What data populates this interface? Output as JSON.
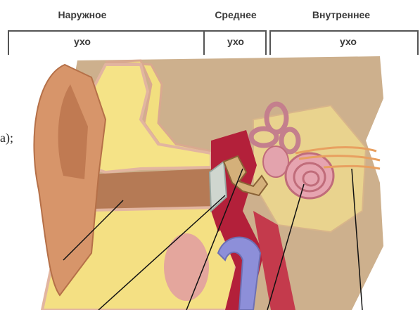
{
  "regions": {
    "outer": {
      "line1": "Наружное",
      "line2": "ухо"
    },
    "middle": {
      "line1": "Среднее",
      "line2": "ухо"
    },
    "inner": {
      "line1": "Внутреннее",
      "line2": "ухо"
    }
  },
  "side_text": "а);",
  "colors": {
    "skin": "#d99a6c",
    "skin_dark": "#b8704a",
    "bone": "#f5e27a",
    "tissue": "#c7a986",
    "background_tissue": "#cfb18e",
    "cochlea": "#e7a0a8",
    "vein_blue": "#8a8ed8",
    "artery_red": "#c0283c",
    "nerve_orange": "#e8a060"
  }
}
